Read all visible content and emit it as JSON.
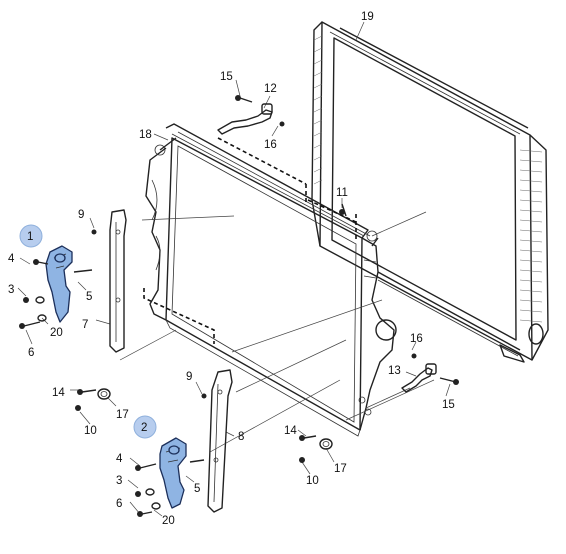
{
  "callouts": [
    {
      "id": "c19",
      "label": "19"
    },
    {
      "id": "c15a",
      "label": "15"
    },
    {
      "id": "c12",
      "label": "12"
    },
    {
      "id": "c16a",
      "label": "16"
    },
    {
      "id": "c18",
      "label": "18"
    },
    {
      "id": "c11",
      "label": "11"
    },
    {
      "id": "c9a",
      "label": "9"
    },
    {
      "id": "c1",
      "label": "1"
    },
    {
      "id": "c4a",
      "label": "4"
    },
    {
      "id": "c3a",
      "label": "3"
    },
    {
      "id": "c5a",
      "label": "5"
    },
    {
      "id": "c20a",
      "label": "20"
    },
    {
      "id": "c6a",
      "label": "6"
    },
    {
      "id": "c7",
      "label": "7"
    },
    {
      "id": "c16b",
      "label": "16"
    },
    {
      "id": "c13",
      "label": "13"
    },
    {
      "id": "c15b",
      "label": "15"
    },
    {
      "id": "c9b",
      "label": "9"
    },
    {
      "id": "c14a",
      "label": "14"
    },
    {
      "id": "c17a",
      "label": "17"
    },
    {
      "id": "c10a",
      "label": "10"
    },
    {
      "id": "c2",
      "label": "2"
    },
    {
      "id": "c8",
      "label": "8"
    },
    {
      "id": "c14b",
      "label": "14"
    },
    {
      "id": "c17b",
      "label": "17"
    },
    {
      "id": "c10b",
      "label": "10"
    },
    {
      "id": "c4b",
      "label": "4"
    },
    {
      "id": "c3b",
      "label": "3"
    },
    {
      "id": "c5b",
      "label": "5"
    },
    {
      "id": "c6b",
      "label": "6"
    },
    {
      "id": "c20b",
      "label": "20"
    }
  ],
  "highlighted_callouts": [
    "1",
    "2"
  ],
  "colors": {
    "line": "#222222",
    "highlight_fill": "#8fb4e3",
    "badge_fill": "#b7cdee",
    "background": "#ffffff"
  }
}
